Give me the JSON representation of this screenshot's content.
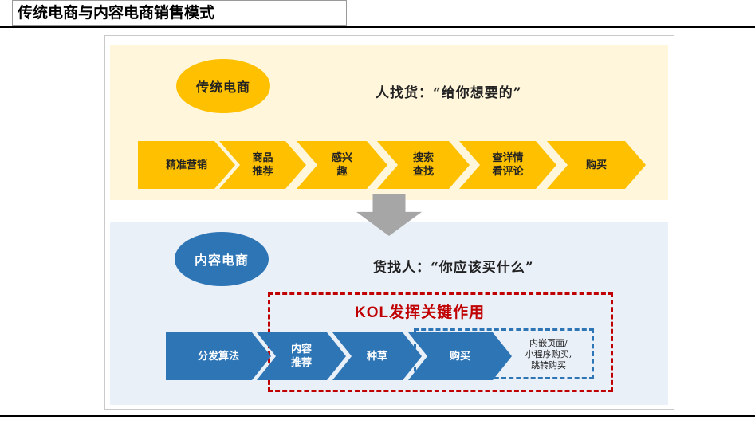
{
  "header": {
    "title": "传统电商与内容电商销售模式"
  },
  "traditional": {
    "label": "传统电商",
    "slogan": "人找货：“给你想要的”",
    "steps": [
      "精准营销",
      "商品\n推荐",
      "感兴\n趣",
      "搜索\n查找",
      "查详情\n看评论",
      "购买"
    ]
  },
  "content": {
    "label": "内容电商",
    "slogan": "货找人：“你应该买什么”",
    "kol_prefix": "KOL",
    "kol_rest": "发挥关键作用",
    "steps": [
      "分发算法",
      "内容\n推荐",
      "种草",
      "购买"
    ],
    "purchase_note": "内嵌页面/\n小程序购买,\n跳转购买"
  },
  "colors": {
    "yellow": "#ffc000",
    "blue": "#2e75b6",
    "red_dash": "#c00000",
    "arrow_gray": "#a6a6a6"
  }
}
